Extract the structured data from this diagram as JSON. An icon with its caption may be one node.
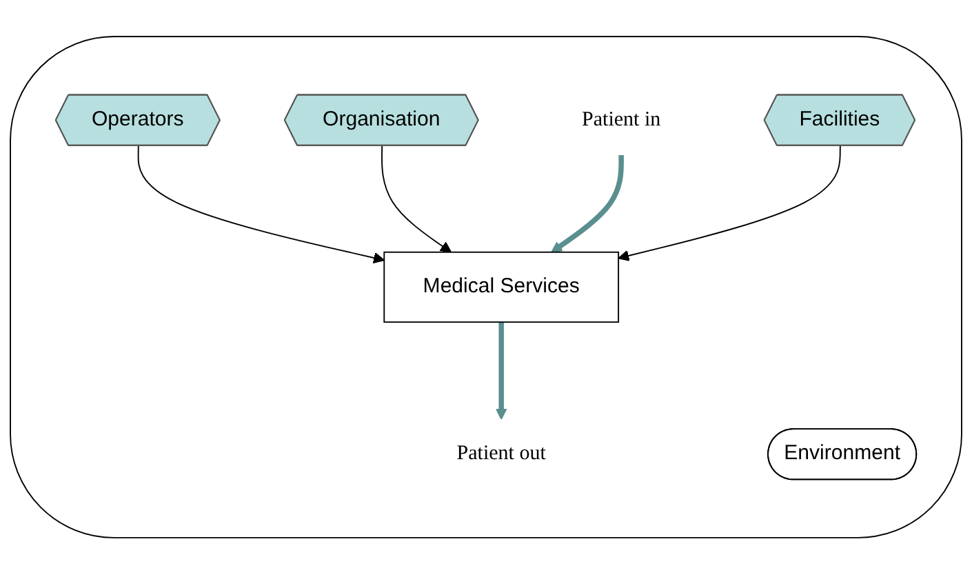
{
  "diagram": {
    "nodes": [
      {
        "text": [],
        "shape": "cloud"
      },
      {
        "text": [
          "Operators"
        ],
        "in": 0
      },
      {
        "text": [
          "Organisation"
        ],
        "in": 0
      },
      {
        "text": [
          "Patient in"
        ],
        "in": 0
      },
      {
        "text": [
          "Medical Services"
        ],
        "in": 0
      },
      {
        "text": [
          "Patient out"
        ],
        "in": 0
      },
      {
        "text": [
          "Facilities"
        ],
        "in": 0
      },
      {
        "text": [
          "Environment"
        ],
        "in": 0
      }
    ],
    "edges": [
      {
        "from": 1,
        "to": 4,
        "arrow": "to"
      },
      {
        "from": 2,
        "to": 4,
        "arrow": "to"
      },
      {
        "from": 3,
        "to": 4,
        "arrow": "to",
        "style": "thick",
        "color": "#5a8f8f"
      },
      {
        "from": 4,
        "to": 5,
        "arrow": "to",
        "style": "thick",
        "color": "#5a8f8f"
      },
      {
        "from": 6,
        "to": 4,
        "arrow": "to"
      }
    ]
  }
}
